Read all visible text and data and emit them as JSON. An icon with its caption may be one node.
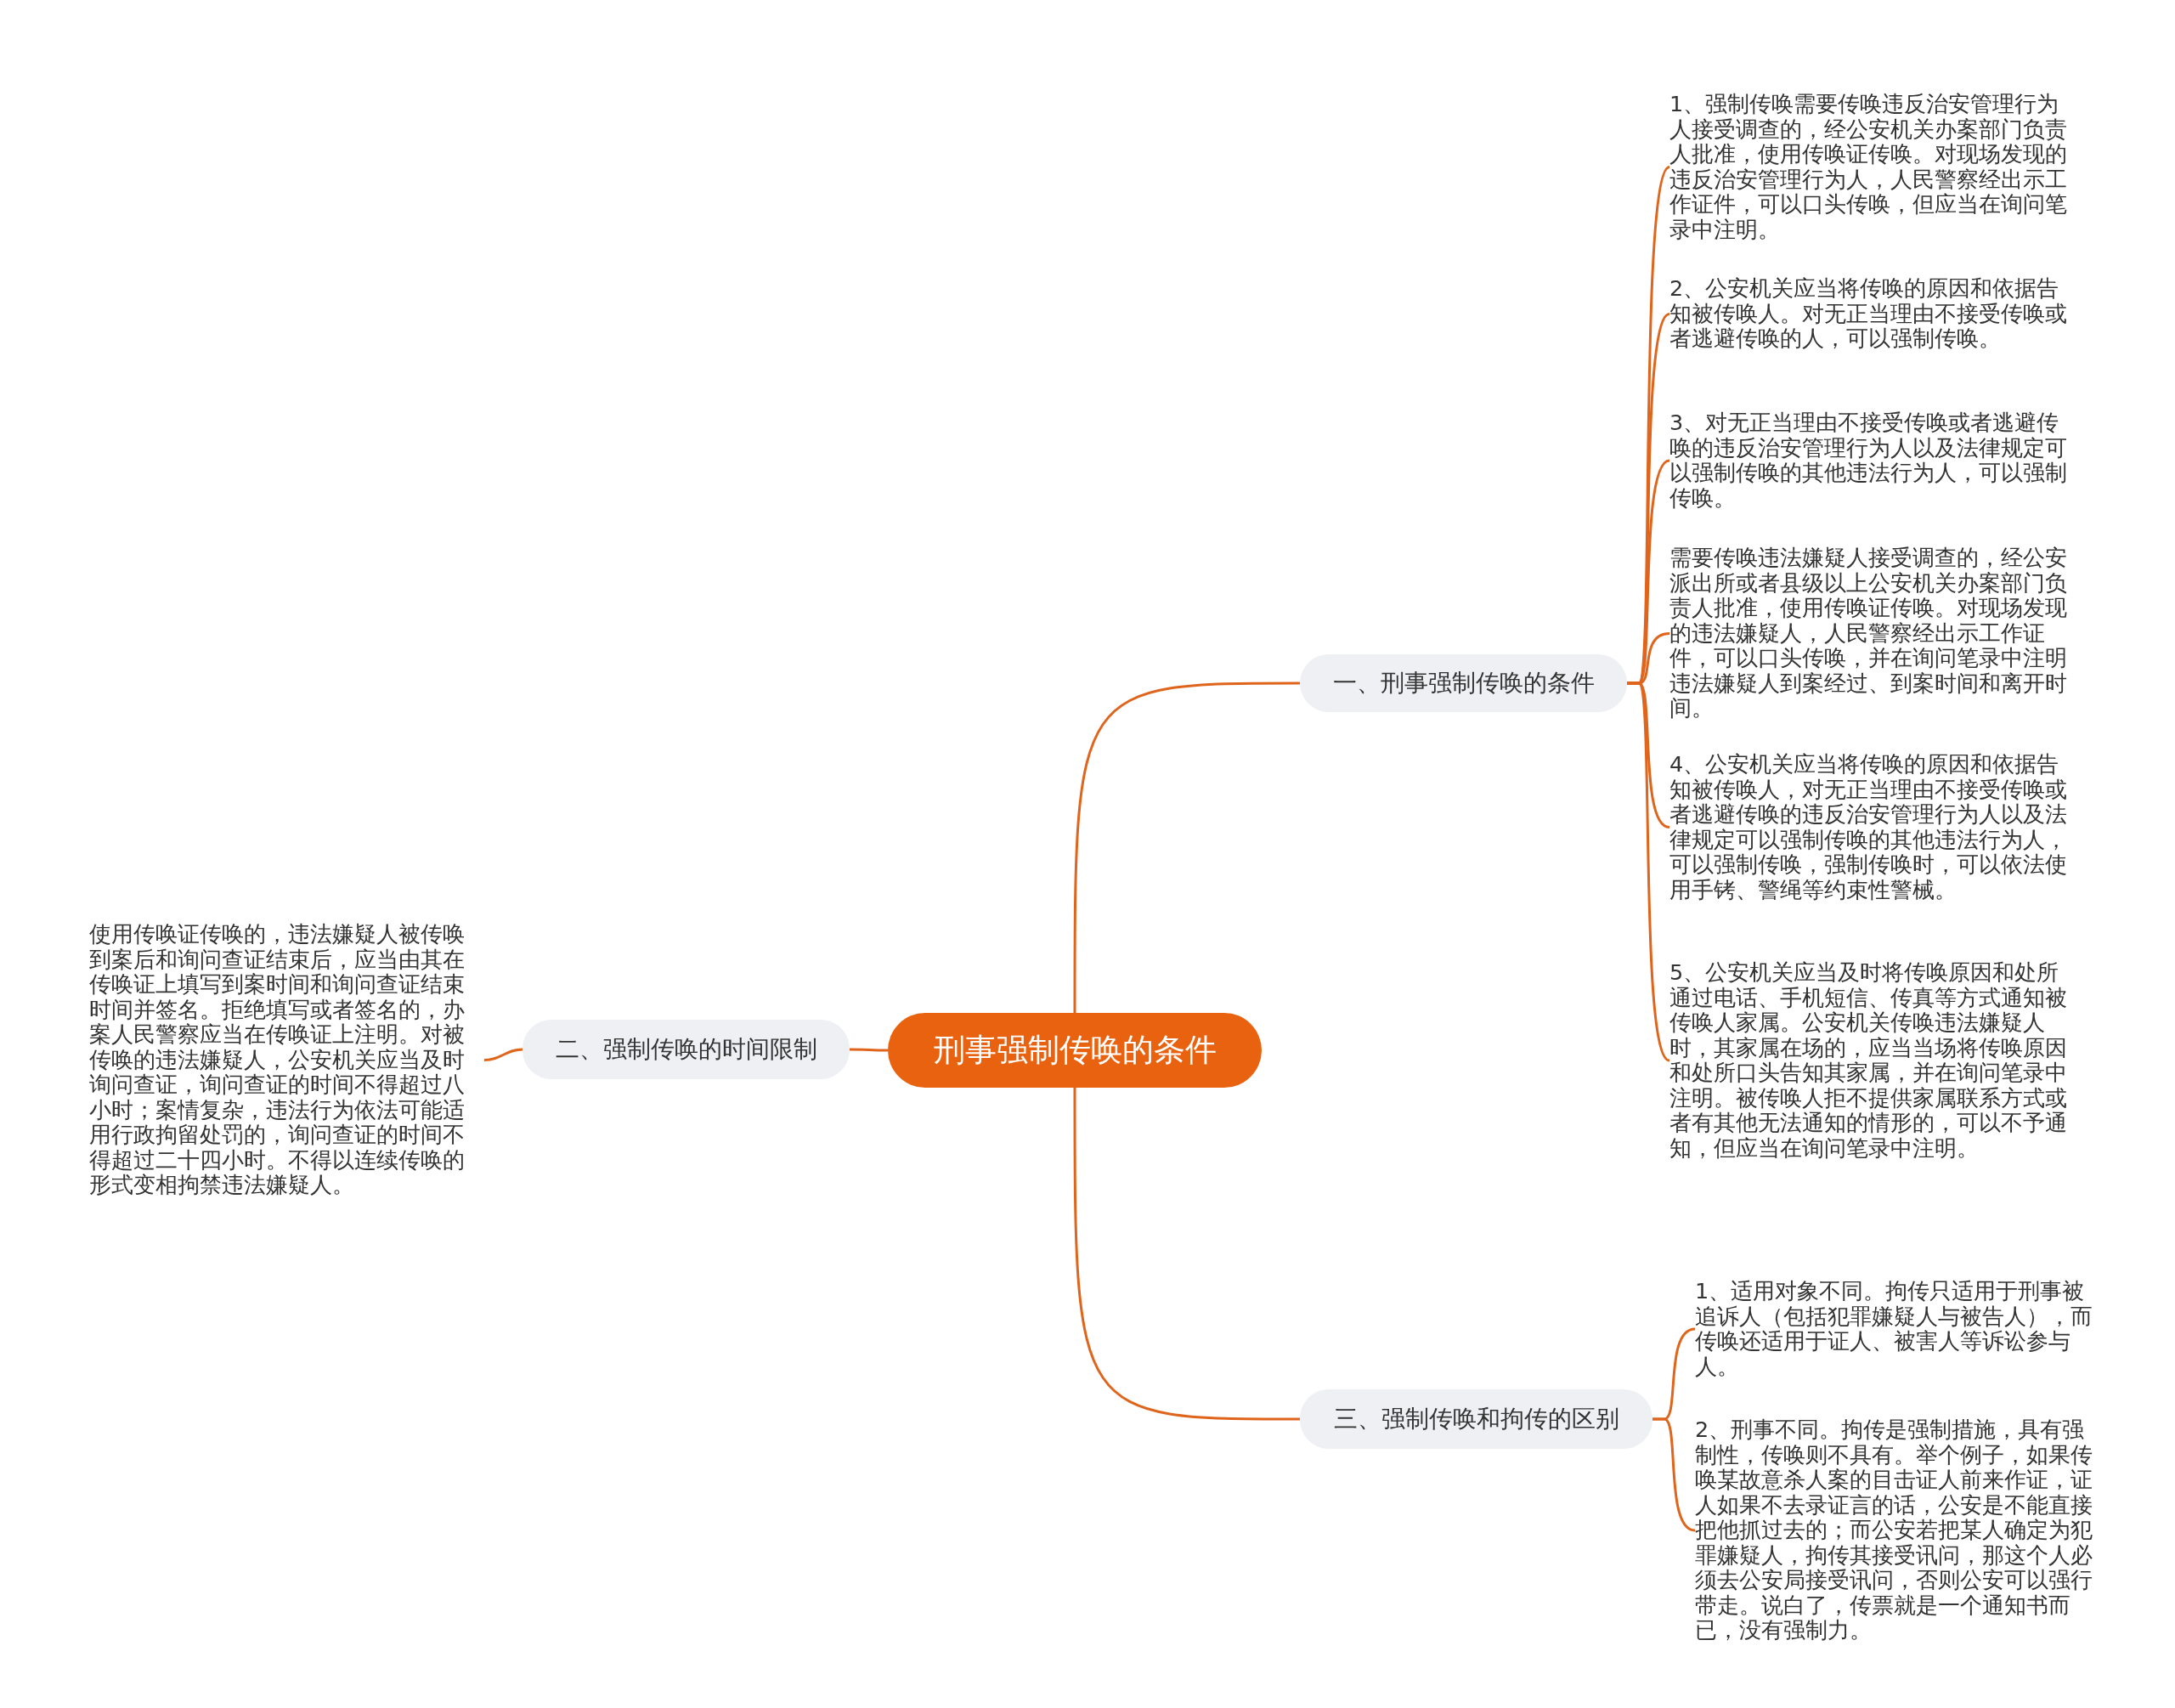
{
  "diagram": {
    "nodes": [
      {
        "text": [
          "刑事强制传唤的条件"
        ]
      },
      {
        "text": [
          "一、刑事强制传唤的条件"
        ]
      },
      {
        "text": [
          "1、强制传唤需要传唤违反治安管理行为人接受调查的，经公安机关办案部门负责人批准，使用传唤证传唤。对现场发现的违反治安管理行为人，人民警察经出示工作证件，可以口头传唤，但应当在询问笔录中注明。"
        ]
      },
      {
        "text": [
          "2、公安机关应当将传唤的原因和依据告知被传唤人。对无正当理由不接受传唤或者逃避传唤的人，可以强制传唤。"
        ]
      },
      {
        "text": [
          "3、对无正当理由不接受传唤或者逃避传唤的违反治安管理行为人以及法律规定可以强制传唤的其他违法行为人，可以强制传唤。"
        ]
      },
      {
        "text": [
          "需要传唤违法嫌疑人接受调查的，经公安派出所或者县级以上公安机关办案部门负责人批准，使用传唤证传唤。对现场发现的违法嫌疑人，人民警察经出示工作证件，可以口头传唤，并在询问笔录中注明违法嫌疑人到案经过、到案时间和离开时间。"
        ]
      },
      {
        "text": [
          "4、公安机关应当将传唤的原因和依据告知被传唤人，对无正当理由不接受传唤或者逃避传唤的违反治安管理行为人以及法律规定可以强制传唤的其他违法行为人，可以强制传唤，强制传唤时，可以依法使用手铐、警绳等约束性警械。"
        ]
      },
      {
        "text": [
          "5、公安机关应当及时将传唤原因和处所通过电话、手机短信、传真等方式通知被传唤人家属。公安机关传唤违法嫌疑人时，其家属在场的，应当当场将传唤原因和处所口头告知其家属，并在询问笔录中注明。被传唤人拒不提供家属联系方式或者有其他无法通知的情形的，可以不予通知，但应当在询问笔录中注明。"
        ]
      },
      {
        "text": [
          "二、强制传唤的时间限制"
        ]
      },
      {
        "text": [
          "使用传唤证传唤的，违法嫌疑人被传唤到案后和询问查证结束后，应当由其在传唤证上填写到案时间和询问查证结束时间并签名。拒绝填写或者签名的，办案人民警察应当在传唤证上注明。对被传唤的违法嫌疑人，公安机关应当及时询问查证，询问查证的时间不得超过八小时；案情复杂，违法行为依法可能适用行政拘留处罚的，询问查证的时间不得超过二十四小时。不得以连续传唤的形式变相拘禁违法嫌疑人。"
        ]
      },
      {
        "text": [
          "三、强制传唤和拘传的区别"
        ]
      },
      {
        "text": [
          "1、适用对象不同。拘传只适用于刑事被追诉人（包括犯罪嫌疑人与被告人），而传唤还适用于证人、被害人等诉讼参与人。"
        ]
      },
      {
        "text": [
          "2、刑事不同。拘传是强制措施，具有强制性，传唤则不具有。举个例子，如果传唤某故意杀人案的目击证人前来作证，证人如果不去录证言的话，公安是不能直接把他抓过去的；而公安若把某人确定为犯罪嫌疑人，拘传其接受讯问，那这个人必须去公安局接受讯问，否则公安可以强行带走。说白了，传票就是一个通知书而已，没有强制力。"
        ]
      }
    ],
    "edges": [
      {
        "from": 0,
        "to": 1,
        "arrow": "none"
      },
      {
        "from": 1,
        "to": 2,
        "arrow": "none"
      },
      {
        "from": 1,
        "to": 3,
        "arrow": "none"
      },
      {
        "from": 1,
        "to": 4,
        "arrow": "none"
      },
      {
        "from": 1,
        "to": 5,
        "arrow": "none"
      },
      {
        "from": 1,
        "to": 6,
        "arrow": "none"
      },
      {
        "from": 1,
        "to": 7,
        "arrow": "none"
      },
      {
        "from": 0,
        "to": 8,
        "arrow": "none"
      },
      {
        "from": 8,
        "to": 9,
        "arrow": "none"
      },
      {
        "from": 0,
        "to": 10,
        "arrow": "none"
      },
      {
        "from": 10,
        "to": 11,
        "arrow": "none"
      },
      {
        "from": 10,
        "to": 12,
        "arrow": "none"
      }
    ]
  }
}
